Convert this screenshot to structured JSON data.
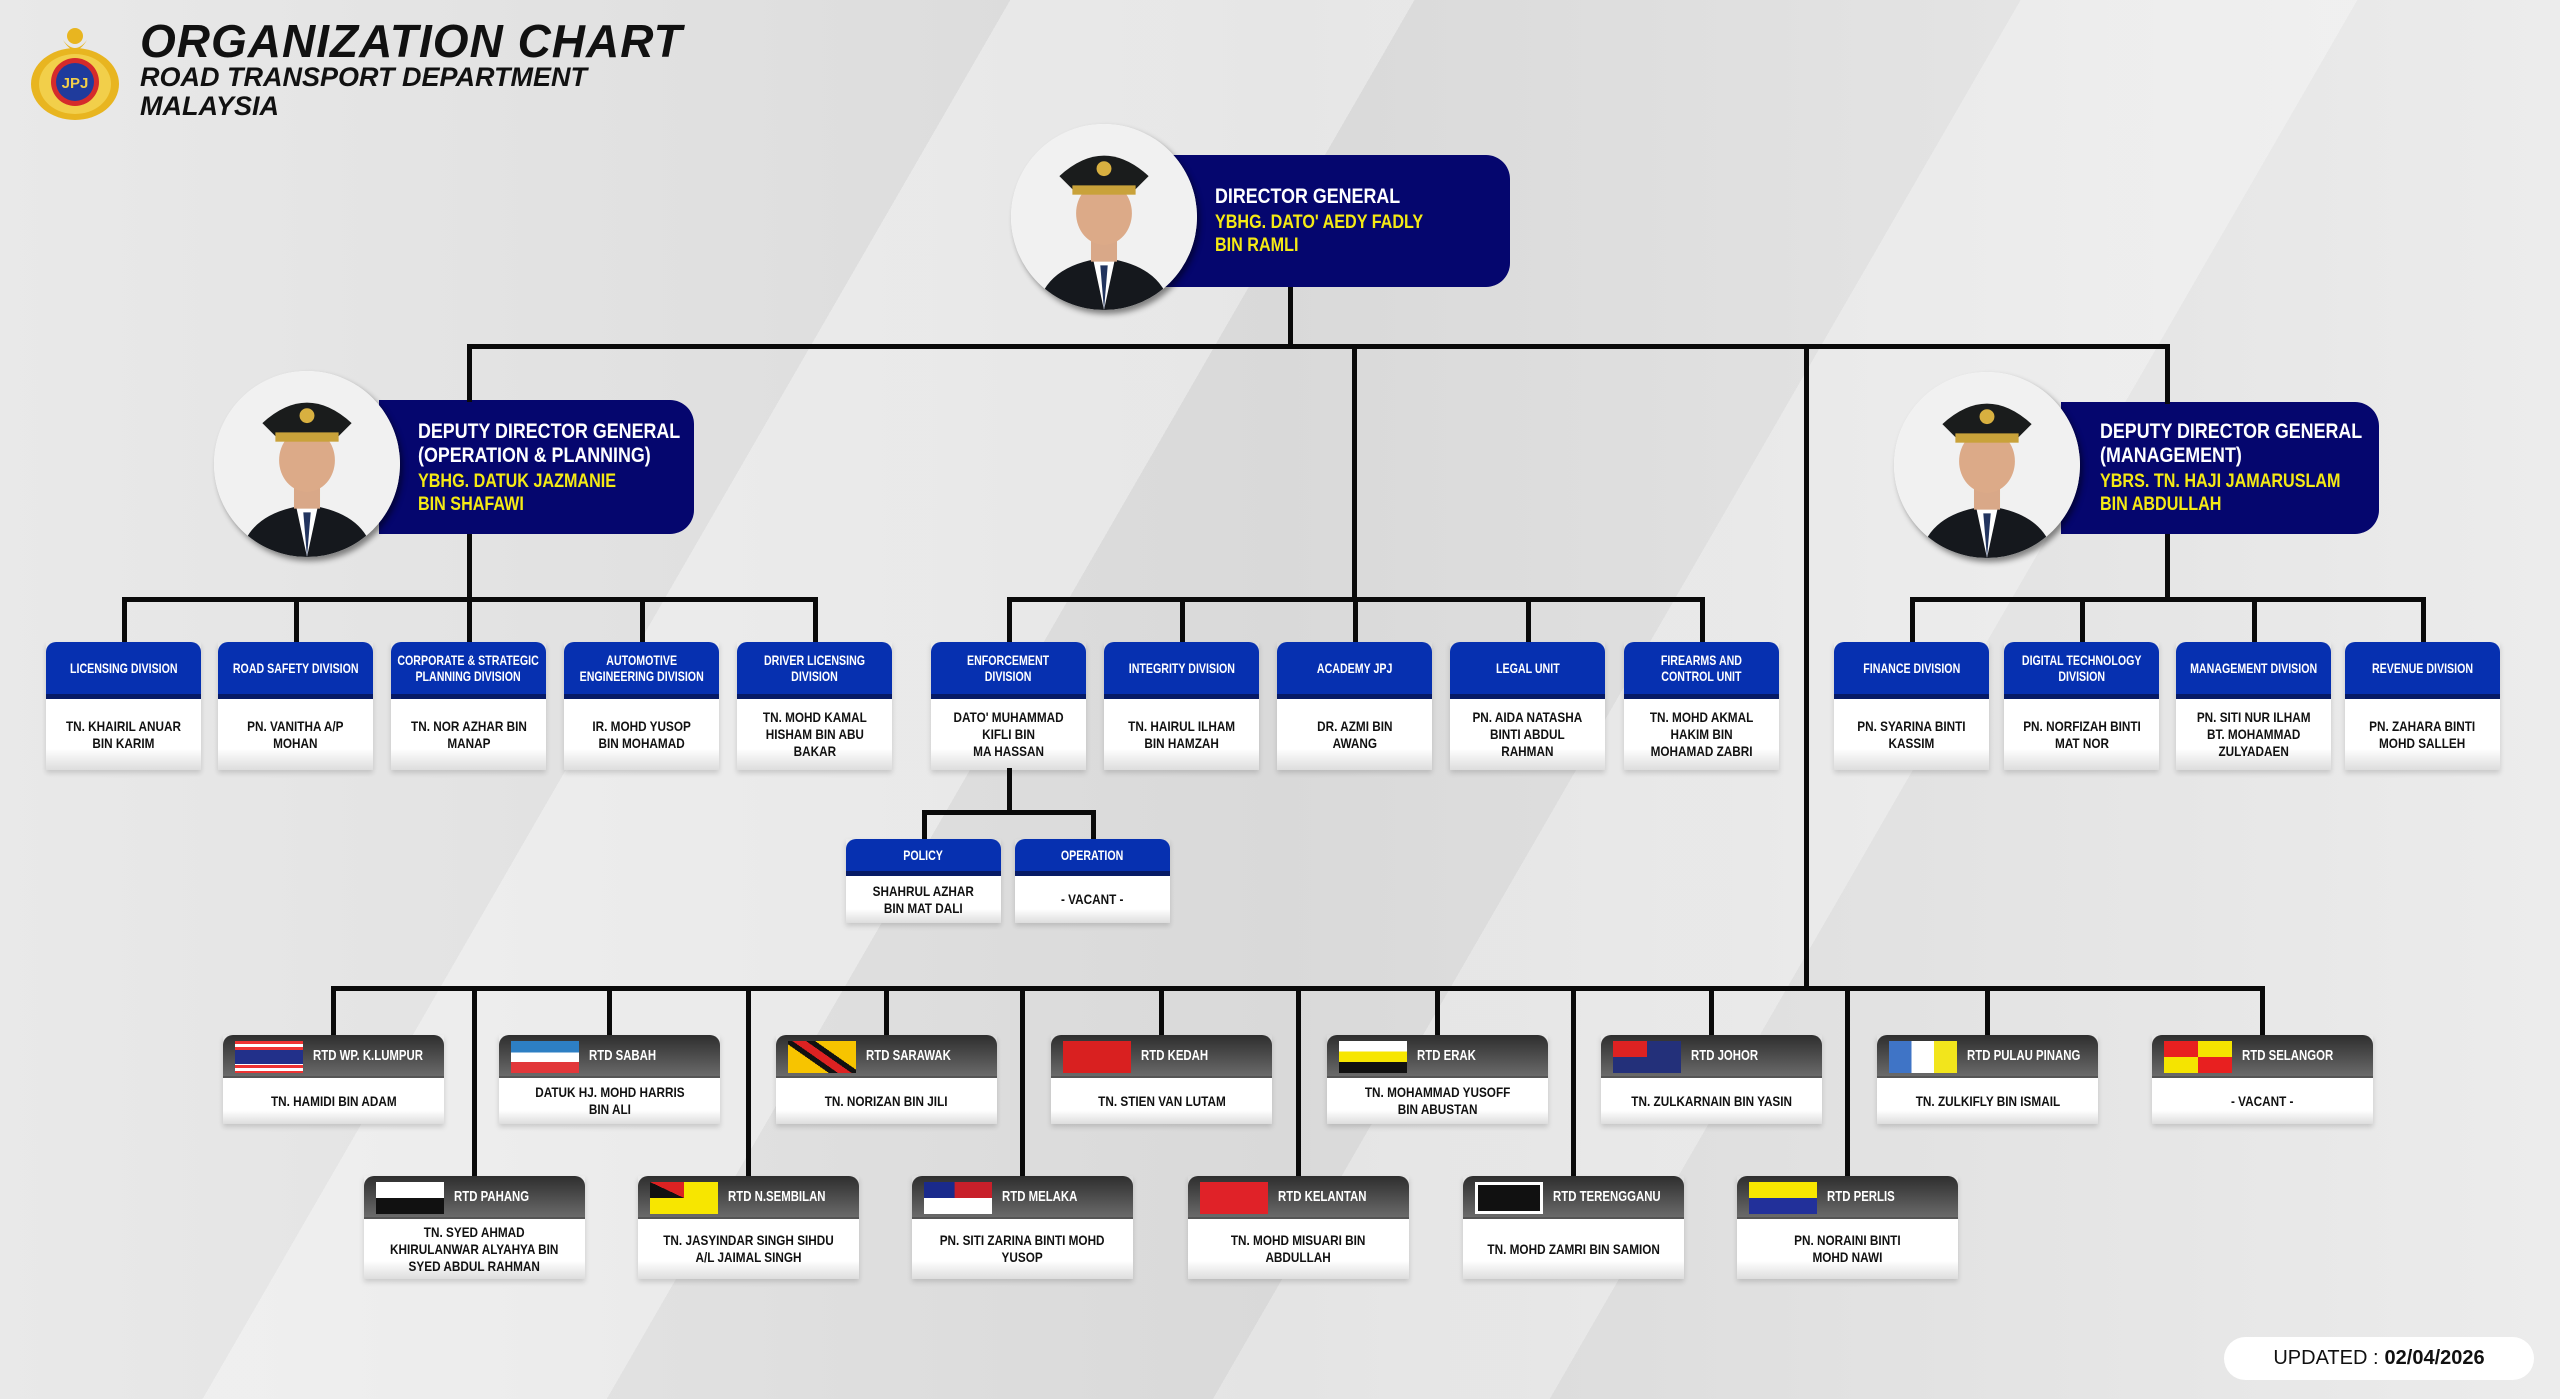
{
  "header": {
    "title": "ORGANIZATION CHART",
    "subtitle_line1": "ROAD TRANSPORT DEPARTMENT",
    "subtitle_line2": "MALAYSIA",
    "logo_text": "JPJ"
  },
  "director_general": {
    "title": "DIRECTOR GENERAL",
    "name": "YBHG. DATO' AEDY FADLY\nBIN RAMLI"
  },
  "ddg_planning": {
    "title": "DEPUTY DIRECTOR GENERAL\n(OPERATION & PLANNING)",
    "name": "YBHG. DATUK JAZMANIE\nBIN SHAFAWI"
  },
  "ddg_management": {
    "title": "DEPUTY DIRECTOR GENERAL\n(MANAGEMENT)",
    "name": "YBRS. TN. HAJI JAMARUSLAM\nBIN ABDULLAH"
  },
  "divisions_planning": [
    {
      "title": "LICENSING DIVISION",
      "name": "TN. KHAIRIL ANUAR\nBIN KARIM"
    },
    {
      "title": "ROAD SAFETY DIVISION",
      "name": "PN. VANITHA A/P\nMOHAN"
    },
    {
      "title": "CORPORATE & STRATEGIC\nPLANNING DIVISION",
      "name": "TN. NOR AZHAR BIN\nMANAP"
    },
    {
      "title": "AUTOMOTIVE\nENGINEERING DIVISION",
      "name": "IR. MOHD YUSOP\nBIN MOHAMAD"
    },
    {
      "title": "DRIVER LICENSING\nDIVISION",
      "name": "TN. MOHD KAMAL\nHISHAM BIN ABU\nBAKAR"
    }
  ],
  "divisions_direct": [
    {
      "title": "ENFORCEMENT\nDIVISION",
      "name": "DATO' MUHAMMAD\nKIFLI BIN\nMA HASSAN"
    },
    {
      "title": "INTEGRITY DIVISION",
      "name": "TN. HAIRUL ILHAM\nBIN HAMZAH"
    },
    {
      "title": "ACADEMY JPJ",
      "name": "DR. AZMI BIN\nAWANG"
    },
    {
      "title": "LEGAL UNIT",
      "name": "PN. AIDA NATASHA\nBINTI ABDUL\nRAHMAN"
    },
    {
      "title": "FIREARMS AND\nCONTROL UNIT",
      "name": "TN. MOHD AKMAL\nHAKIM BIN\nMOHAMAD ZABRI"
    }
  ],
  "divisions_management": [
    {
      "title": "FINANCE DIVISION",
      "name": "PN. SYARINA BINTI\nKASSIM"
    },
    {
      "title": "DIGITAL TECHNOLOGY\nDIVISION",
      "name": "PN. NORFIZAH BINTI\nMAT NOR"
    },
    {
      "title": "MANAGEMENT DIVISION",
      "name": "PN. SITI NUR ILHAM\nBT. MOHAMMAD\nZULYADAEN"
    },
    {
      "title": "REVENUE DIVISION",
      "name": "PN. ZAHARA BINTI\nMOHD SALLEH"
    }
  ],
  "enforcement_units": [
    {
      "title": "POLICY",
      "name": "SHAHRUL AZHAR\nBIN MAT DALI"
    },
    {
      "title": "OPERATION",
      "name": "- VACANT -"
    }
  ],
  "states": [
    {
      "title": "RTD WP. K.LUMPUR",
      "name": "TN. HAMIDI BIN ADAM"
    },
    {
      "title": "RTD SABAH",
      "name": "DATUK HJ. MOHD HARRIS\nBIN ALI"
    },
    {
      "title": "RTD SARAWAK",
      "name": "TN. NORIZAN BIN JILI"
    },
    {
      "title": "RTD KEDAH",
      "name": "TN. STIEN VAN LUTAM"
    },
    {
      "title": "RTD ERAK",
      "name": "TN. MOHAMMAD YUSOFF\nBIN ABUSTAN"
    },
    {
      "title": "RTD JOHOR",
      "name": "TN. ZULKARNAIN BIN YASIN"
    },
    {
      "title": "RTD PULAU PINANG",
      "name": "TN. ZULKIFLY BIN ISMAIL"
    },
    {
      "title": "RTD SELANGOR",
      "name": "- VACANT -"
    },
    {
      "title": "RTD PAHANG",
      "name": "TN. SYED AHMAD\nKHIRULANWAR ALYAHYA BIN\nSYED ABDUL RAHMAN"
    },
    {
      "title": "RTD N.SEMBILAN",
      "name": "TN. JASYINDAR SINGH SIHDU\nA/L JAIMAL SINGH"
    },
    {
      "title": "RTD MELAKA",
      "name": "PN. SITI ZARINA BINTI MOHD\nYUSOP"
    },
    {
      "title": "RTD KELANTAN",
      "name": "TN. MOHD MISUARI BIN\nABDULLAH"
    },
    {
      "title": "RTD TERENGGANU",
      "name": "TN. MOHD ZAMRI BIN SAMION"
    },
    {
      "title": "RTD PERLIS",
      "name": "PN. NORAINI BINTI\nMOHD NAWI"
    }
  ],
  "updated": {
    "label": "UPDATED :",
    "date": "02/04/2026"
  }
}
